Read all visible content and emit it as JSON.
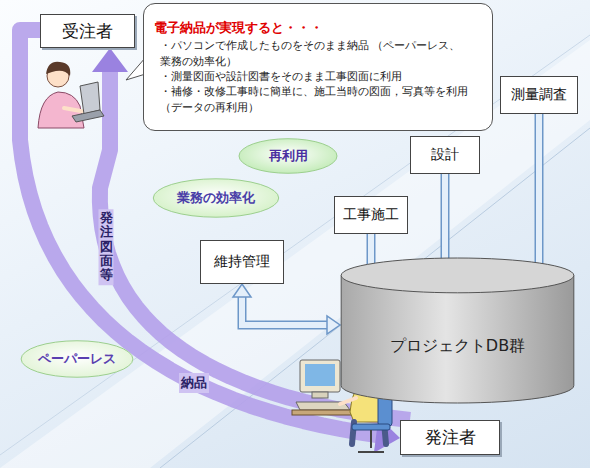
{
  "diagram": {
    "nodes": [
      {
        "text": [
          "受注者"
        ]
      },
      {
        "text": [
          "電子納品が実現すると・・・",
          "・パソコンで作成したものをそのまま納品 （ペーパーレス、業務の効率化）",
          "・測量図面や設計図書をそのまま工事図面に利用",
          "・補修・改修工事時に簡単に、施工当時の図面，写真等を利用 （データの再利用）"
        ]
      },
      {
        "text": [
          "再利用"
        ]
      },
      {
        "text": [
          "業務の効率化"
        ]
      },
      {
        "text": [
          "測量調査"
        ]
      },
      {
        "text": [
          "設計"
        ]
      },
      {
        "text": [
          "工事施工"
        ]
      },
      {
        "text": [
          "維持管理"
        ]
      },
      {
        "text": [
          "プロジェクトDB群"
        ]
      },
      {
        "text": [
          "ペーパーレス"
        ]
      },
      {
        "text": [
          "発注者"
        ]
      }
    ],
    "edges": [
      {
        "from": 10,
        "to": 0,
        "arrow": "to",
        "label": "発注図面等"
      },
      {
        "from": 0,
        "to": 10,
        "arrow": "to",
        "label": "納品"
      },
      {
        "from": 4,
        "to": 8,
        "arrow": "to"
      },
      {
        "from": 5,
        "to": 8,
        "arrow": "to"
      },
      {
        "from": 6,
        "to": 8,
        "arrow": "to"
      },
      {
        "from": 7,
        "to": 8,
        "arrow": "both"
      }
    ]
  }
}
